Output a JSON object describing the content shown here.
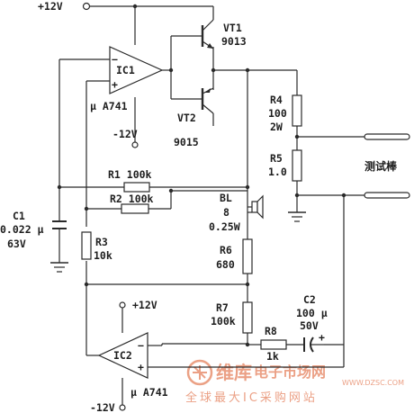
{
  "rails": {
    "top_supply": "+12V",
    "ic1_neg_supply": "-12V",
    "ic2_pos_supply": "+12V",
    "ic2_neg_supply": "-12V"
  },
  "ic1": {
    "name": "IC1",
    "part": "μ A741",
    "minus": "−",
    "plus": "+"
  },
  "ic2": {
    "name": "IC2",
    "part": "μ A741",
    "minus": "−",
    "plus": "+"
  },
  "vt1": {
    "name": "VT1",
    "part": "9013"
  },
  "vt2": {
    "name": "VT2",
    "part": "9015"
  },
  "r1": {
    "label": "R1  100k"
  },
  "r2": {
    "label": "R2  100k"
  },
  "r3": {
    "name": "R3",
    "value": "10k"
  },
  "r4": {
    "name": "R4",
    "value": "100",
    "power": "2W"
  },
  "r5": {
    "name": "R5",
    "value": "1.0"
  },
  "r6": {
    "name": "R6",
    "value": "680"
  },
  "r7": {
    "name": "R7",
    "value": "100k"
  },
  "r8": {
    "name": "R8",
    "value": "1k"
  },
  "c1": {
    "name": "C1",
    "value": "0.022 μ",
    "voltage": "63V"
  },
  "c2": {
    "name": "C2",
    "value": "100 μ",
    "voltage": "50V",
    "plus": "+"
  },
  "bl": {
    "name": "BL",
    "value": "8",
    "power": "0.25W"
  },
  "probe": {
    "label": "测试棒"
  },
  "watermark": {
    "brand": "维库",
    "site": "电子市场网",
    "url": "WWW.DZSC.COM",
    "sub": "全球最大IC采购网站"
  }
}
